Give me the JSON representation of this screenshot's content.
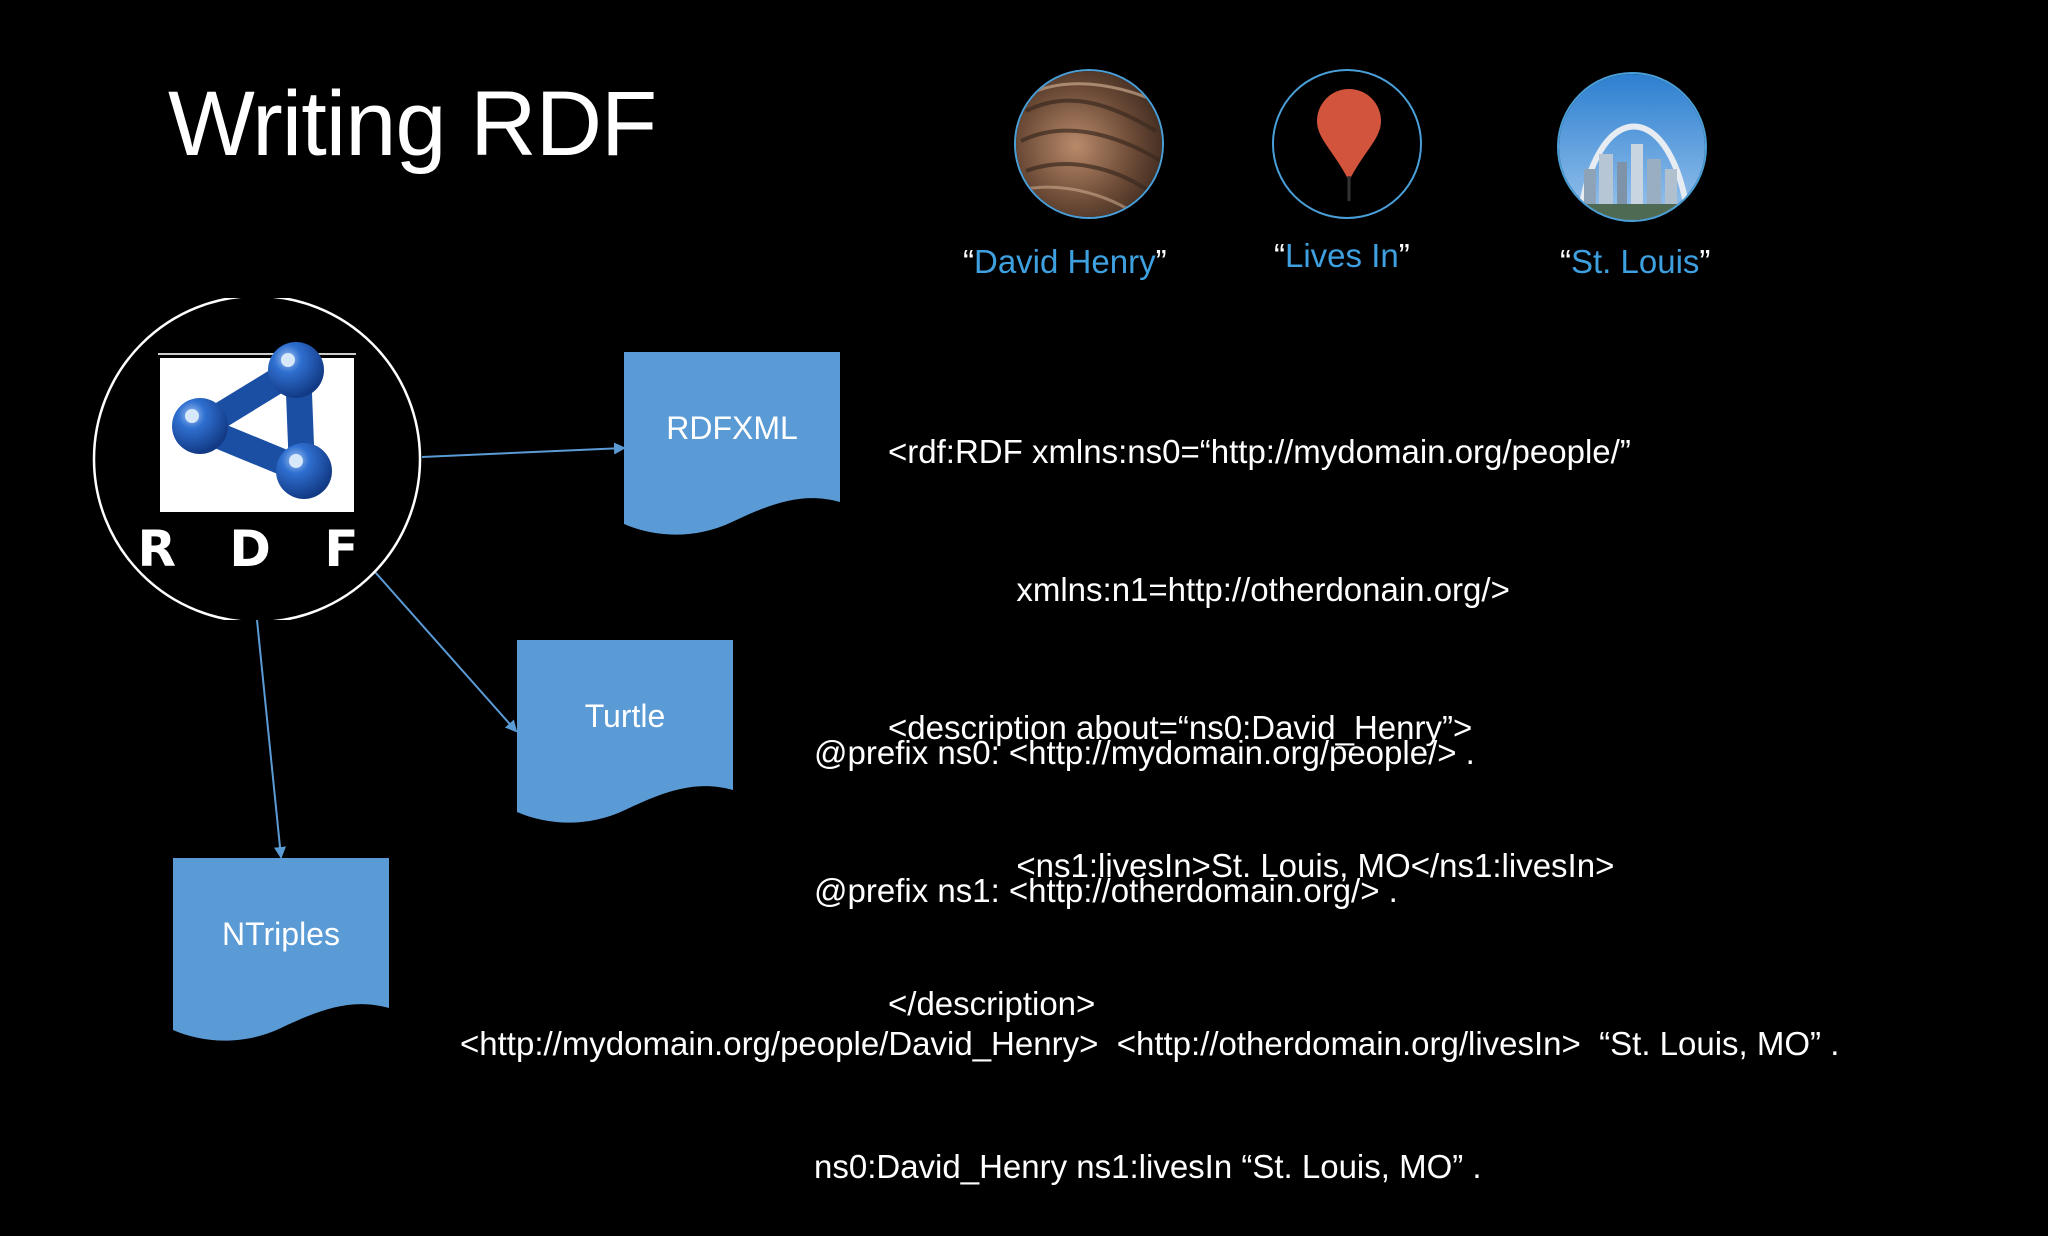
{
  "slide": {
    "title": "Writing RDF"
  },
  "triple": {
    "subject": {
      "icon": "person-photo-icon",
      "open_quote": "“",
      "label": "David Henry",
      "close_quote": "”"
    },
    "predicate": {
      "icon": "location-pin-icon",
      "open_quote": "“",
      "label": "Lives In",
      "close_quote": "”"
    },
    "object": {
      "icon": "gateway-arch-icon",
      "open_quote": "“",
      "label": "St. Louis",
      "close_quote": "”"
    }
  },
  "logo": {
    "text": "R D F"
  },
  "formats": {
    "rdfxml": {
      "label": "RDFXML",
      "code": [
        "<rdf:RDF xmlns:ns0=“http://mydomain.org/people/”",
        "              xmlns:n1=http://otherdonain.org/>",
        "<description about=“ns0:David_Henry”>",
        "              <ns1:livesIn>St. Louis, MO</ns1:livesIn>",
        "</description>"
      ]
    },
    "turtle": {
      "label": "Turtle",
      "code": [
        "@prefix ns0: <http://mydomain.org/people/> .",
        "@prefix ns1: <http://otherdomain.org/> .",
        "",
        "ns0:David_Henry ns1:livesIn “St. Louis, MO” ."
      ]
    },
    "ntriples": {
      "label": "NTriples",
      "code": [
        "<http://mydomain.org/people/David_Henry>  <http://otherdomain.org/livesIn>  “St. Louis, MO” ."
      ]
    }
  },
  "colors": {
    "background": "#000000",
    "doc_fill": "#5b9bd5",
    "accent_blue": "#3fa0e0",
    "rdf_logo_blue": "#1a4fa3",
    "pin_red": "#d2543c"
  }
}
